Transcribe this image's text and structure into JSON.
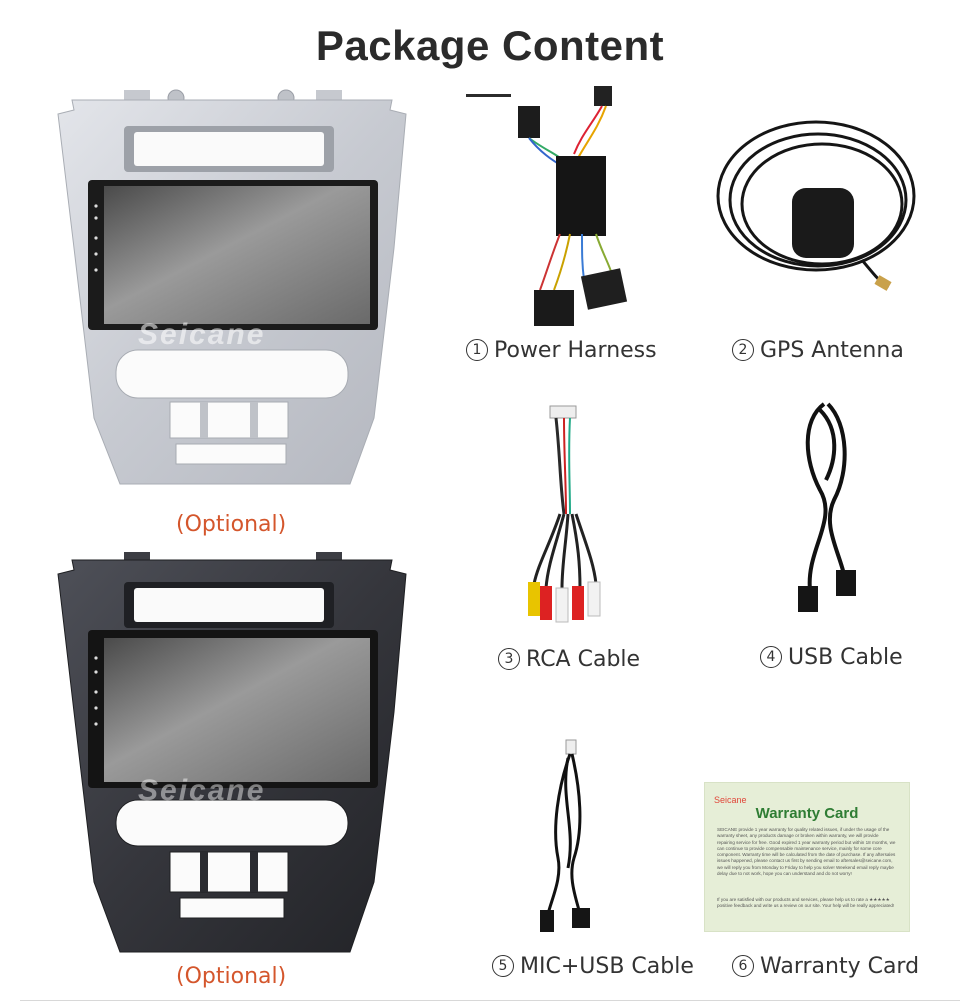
{
  "page": {
    "title": "Package Content"
  },
  "panels": [
    {
      "finish": "silver",
      "watermark": "Seicane",
      "label": "(Optional)"
    },
    {
      "finish": "black",
      "watermark": "Seicane",
      "label": "(Optional)"
    }
  ],
  "items": [
    {
      "num": "1",
      "label": "Power Harness"
    },
    {
      "num": "2",
      "label": "GPS Antenna"
    },
    {
      "num": "3",
      "label": "RCA Cable"
    },
    {
      "num": "4",
      "label": "USB Cable"
    },
    {
      "num": "5",
      "label": "MIC+USB Cable"
    },
    {
      "num": "6",
      "label": "Warranty Card"
    }
  ],
  "warranty_card": {
    "brand": "Seicane",
    "heading": "Warranty Card",
    "body": "SEICANE provide 1 year warranty for quality related issues, if under the usage of the warranty sheet, any products damage or broken within warranty, we will provide repairing service for free. Good expired 1 year warranty period but within 18 months, we can continue to provide compensable maintenance service, mainly for some core component. Warranty time will be calculated from the date of purchase. If any aftersales issues happened, please contact us first by sending email to aftersales@seicane.com, we will reply you from Monday to Friday to help you solve! Weekend email reply maybe delay due to not work, hope you can understand and do not worry!",
    "body2": "If you are satisfied with our products and services, please help us to rate a ★★★★★ positive feedback and write us a review on our site. Your help will be really appreciated!"
  },
  "colors": {
    "title": "#2b2b2b",
    "optional": "#d4562c",
    "card_bg": "#e6eed7",
    "card_heading": "#2f7d34"
  },
  "icons": [
    "circled-number-icon",
    "home-icon",
    "back-icon",
    "volume-icon"
  ]
}
